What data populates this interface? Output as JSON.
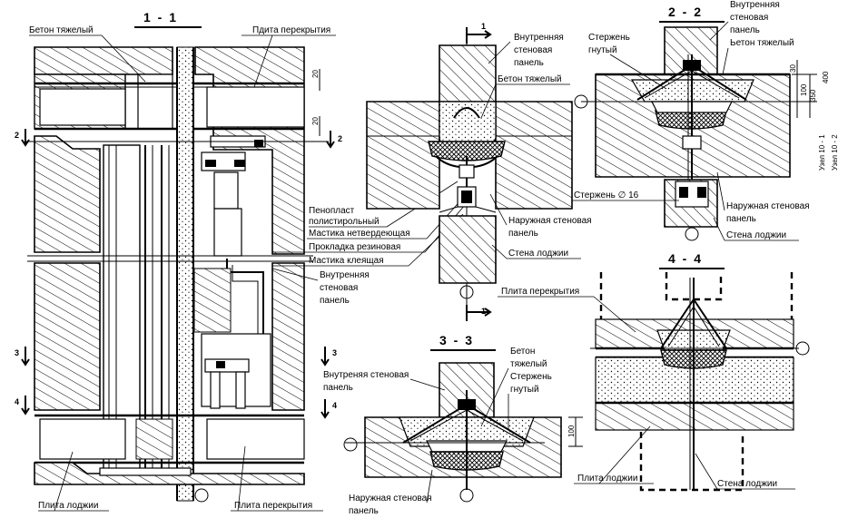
{
  "sections": {
    "s11": "1 - 1",
    "s22": "2 - 2",
    "s33": "3 - 3",
    "s44": "4 - 4"
  },
  "markers": {
    "m2": "2",
    "m3": "3",
    "m4": "4",
    "m1": "1"
  },
  "dims": {
    "d20a": "20",
    "d20b": "20",
    "d30": "30",
    "d100": "100",
    "d350": "350",
    "d400": "400",
    "d100b": "100"
  },
  "labels": {
    "beton_tyazh_1": "Бетон тяжелый",
    "plita_perekr_1": "Пдита перекрытия",
    "penoplast_1": "Пенопласт",
    "penoplast_2": "полистирольный",
    "mastika_netv": "Мастика нетвердеющая",
    "prokladka": "Прокладка резиновая",
    "mastika_kl": "Мастика клеящая",
    "vnutr_pan_1a": "Внутренняя",
    "vnutr_pan_1b": "стеновая",
    "vnutr_pan_1c": "панель",
    "plita_lodzh_1": "Плита лоджии",
    "plita_perekr_2": "Плита перекрытия",
    "vnutr_mid_a": "Внутренняя",
    "vnutr_mid_b": "стеновая",
    "vnutr_mid_c": "панель",
    "beton_mid": "Бетон тяжелый",
    "naruzh_mid_a": "Наружная стеновая",
    "naruzh_mid_b": "панель",
    "stena_lodzh_mid": "Стена лоджии",
    "sterzh_gn_22a": "Стержень",
    "sterzh_gn_22b": "гнутый",
    "vnutr_22a": "Внутренняя",
    "vnutr_22b": "стеновая",
    "vnutr_22c": "панель",
    "beton_22": "Ьетон тяжелый",
    "uzel1": "Узел 10 - 1",
    "uzel2": "Узел 10 - 2",
    "sterzh16": "Стержень ∅ 16",
    "naruzh_22a": "Наружная стеновая",
    "naruzh_22b": "панель",
    "stena_lodzh_22": "Стена лоджии",
    "vnutr_33a": "Внутреняя  стеновая",
    "vnutr_33b": "панель",
    "beton_33a": "Бетон",
    "beton_33b": "тяжелый",
    "sterzh_33a": "Стержень",
    "sterzh_33b": "гнутый",
    "naruzh_33a": "Наружная стеновая",
    "naruzh_33b": "панель",
    "plita_perekr_44": "Плита перекрытия",
    "plita_lodzh_44": "Плита лоджии",
    "stena_lodzh_44": "Стена лоджии"
  }
}
